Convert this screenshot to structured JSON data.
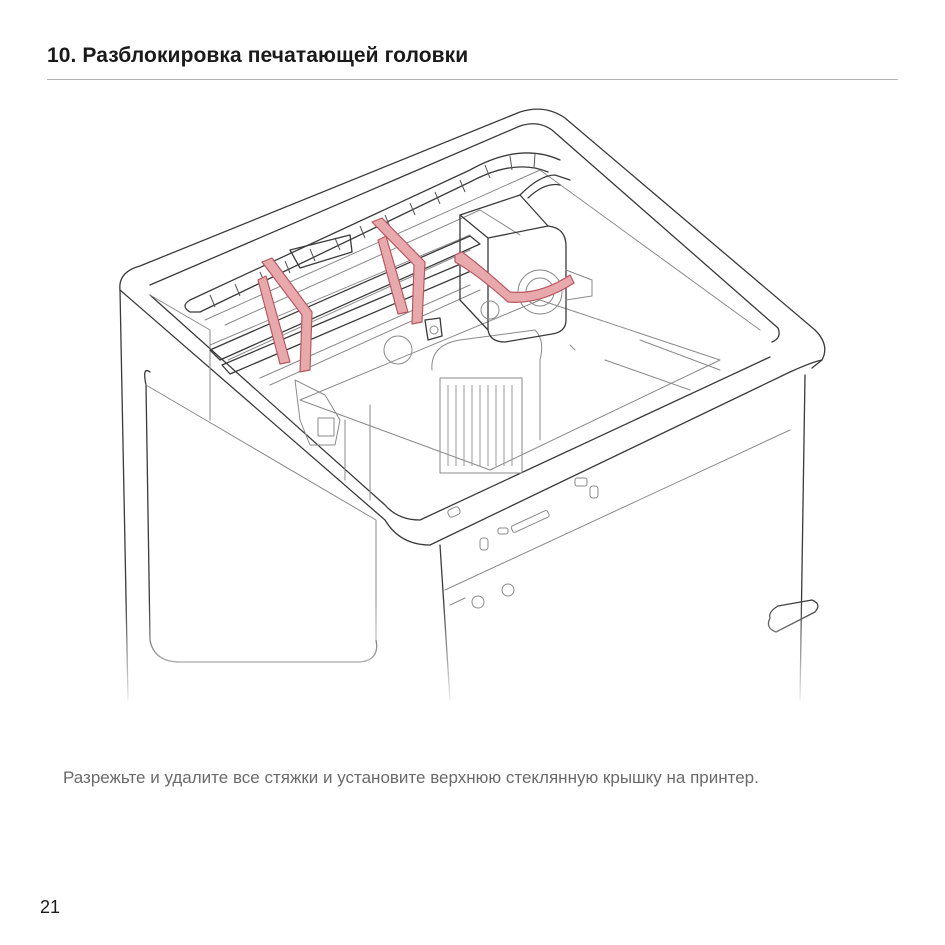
{
  "header": {
    "title": "10. Разблокировка печатающей головки"
  },
  "illustration": {
    "icon": "printer-print-head-unlock-illustration",
    "strap_color": "#e8a9ad"
  },
  "caption": {
    "text": "Разрежьте и удалите все стяжки и установите верхнюю стеклянную крышку на принтер."
  },
  "footer": {
    "page_number": "21"
  }
}
